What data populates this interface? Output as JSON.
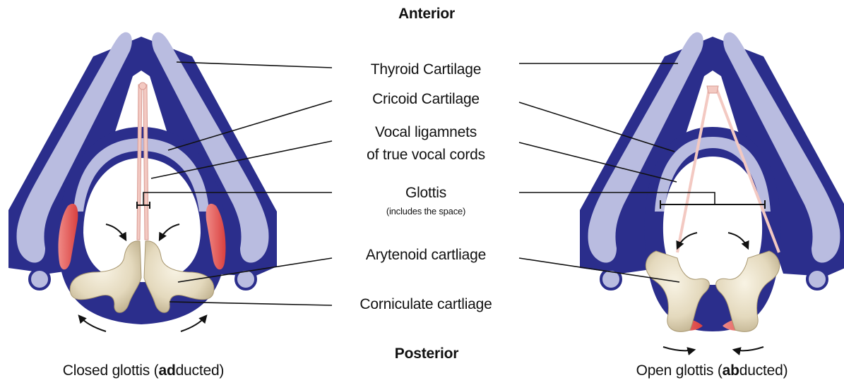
{
  "labels": {
    "anterior": "Anterior",
    "posterior": "Posterior",
    "thyroid": "Thyroid Cartilage",
    "cricoid": "Cricoid Cartilage",
    "vocal_line1": "Vocal ligamnets",
    "vocal_line2": "of true vocal cords",
    "glottis": "Glottis",
    "glottis_note": "(includes the space)",
    "arytenoid": "Arytenoid cartliage",
    "corniculate": "Corniculate cartliage"
  },
  "captions": {
    "closed_prefix": "Closed glottis (",
    "closed_bold": "ad",
    "closed_suffix": "ducted)",
    "open_prefix": "Open glottis (",
    "open_bold": "ab",
    "open_suffix": "ducted)"
  },
  "colors": {
    "cartilage_dark": "#2b2e8c",
    "cartilage_light": "#b9bce0",
    "muscle_red": "#e8595b",
    "bone_beige": "#e6dcc0",
    "ligament_pink": "#f3c9c2",
    "leader_line": "#111111"
  }
}
